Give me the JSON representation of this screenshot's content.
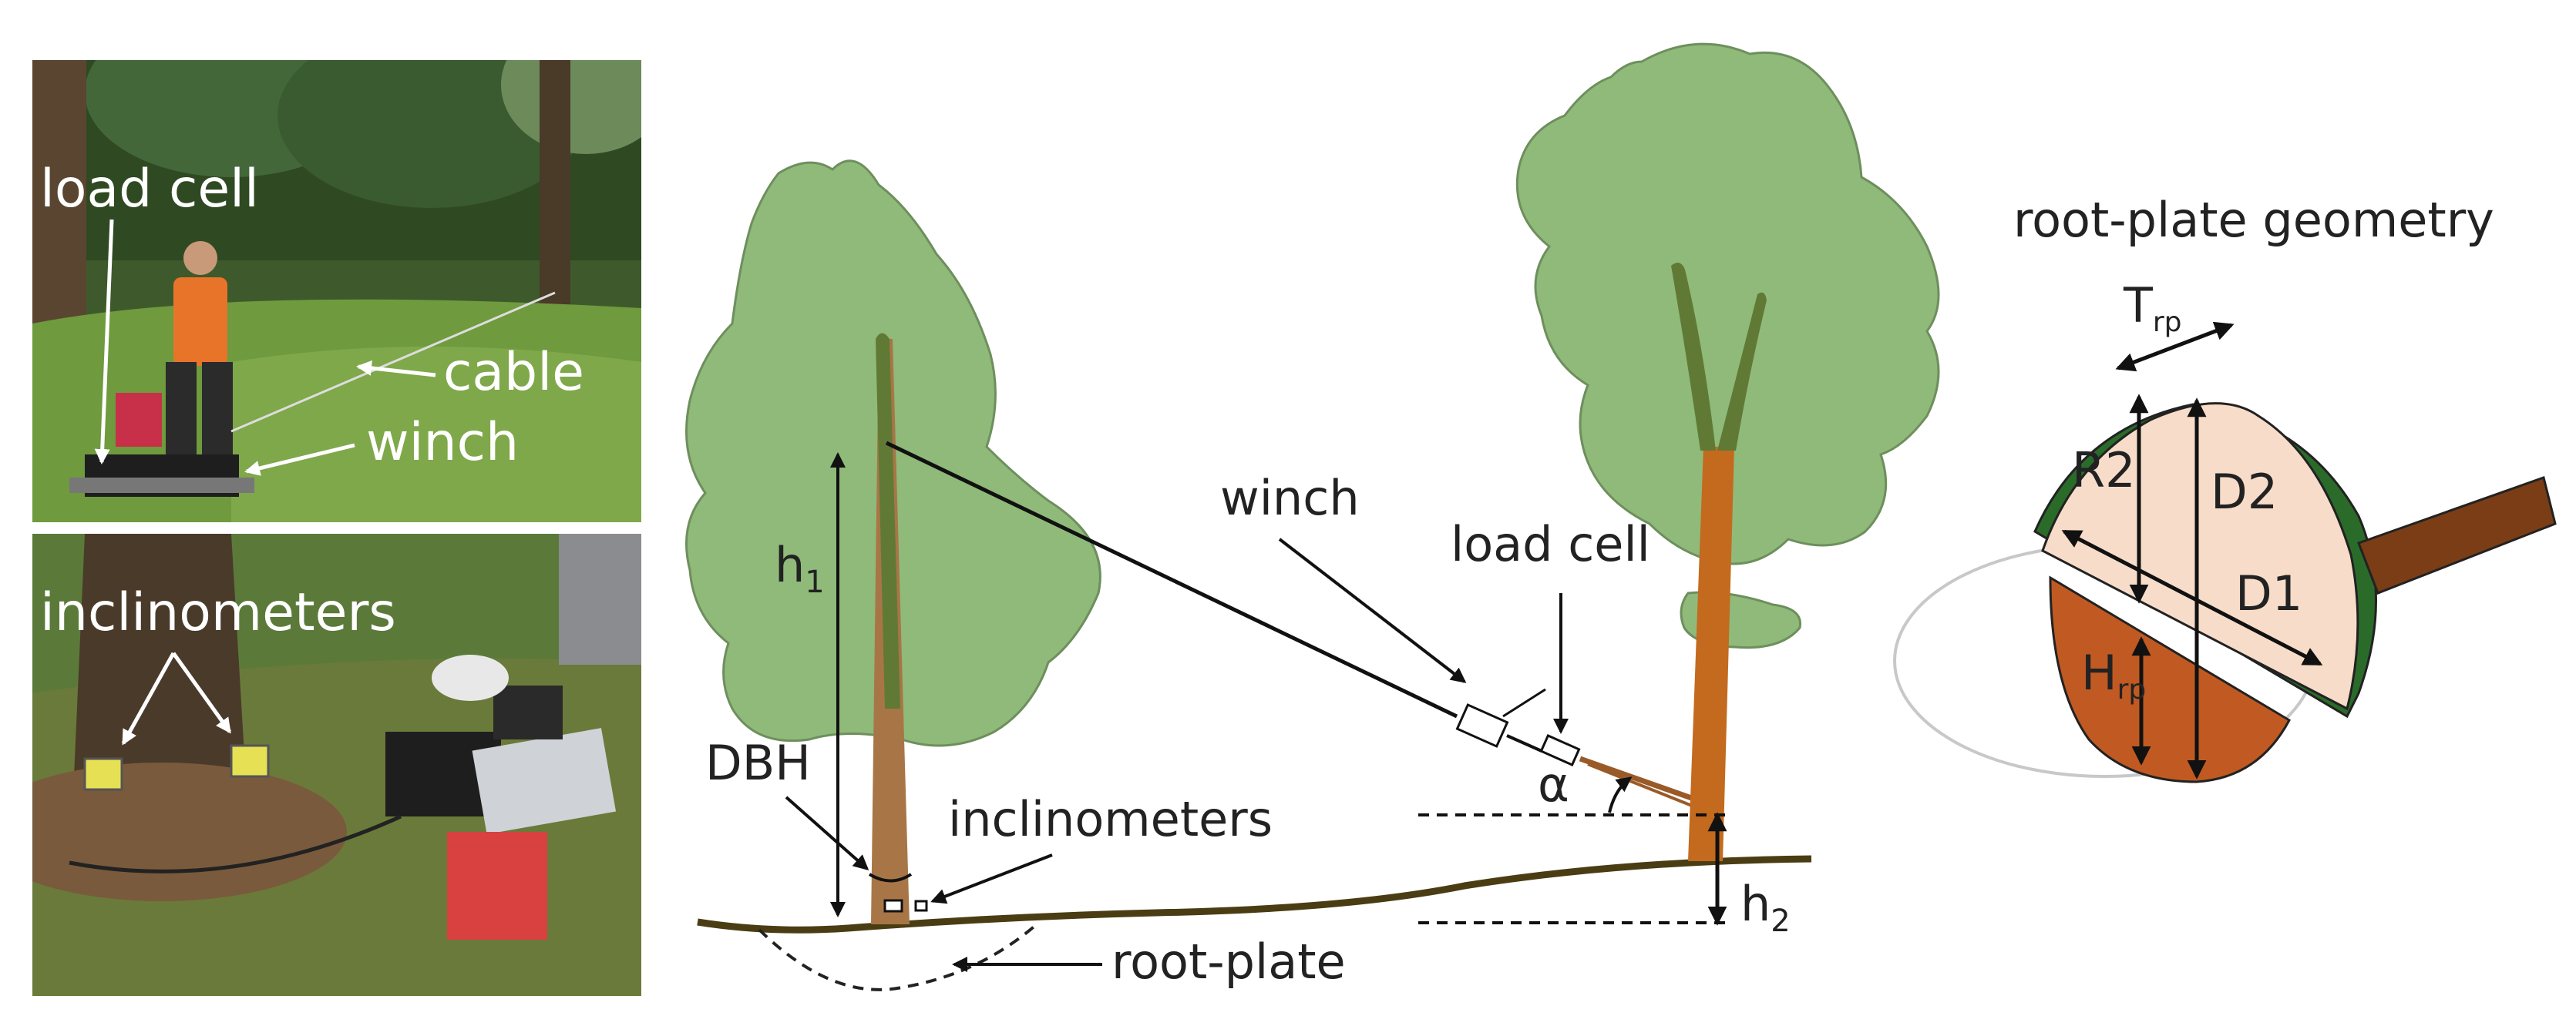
{
  "colors": {
    "crown": "#8fba7a",
    "crown_stroke": "#5d7d4f",
    "trunk_left": "#a87646",
    "stem_inner": "#607a35",
    "trunk_right": "#c46a1e",
    "ground": "#4a3d14",
    "arrow": "#111111",
    "rp_fill": "#f7ddc9",
    "rp_dark_green": "#2a6b2a",
    "rp_bottom": "#c05a22",
    "rp_stem": "#7a3d16"
  },
  "photos": {
    "top": {
      "labels": {
        "load_cell": "load cell",
        "cable": "cable",
        "winch": "winch"
      }
    },
    "bottom": {
      "labels": {
        "inclinometers": "inclinometers"
      }
    }
  },
  "diagram": {
    "labels": {
      "h1": "h",
      "h1_sub": "1",
      "dbh": "DBH",
      "inclinometers": "inclinometers",
      "root_plate": "root-plate",
      "winch": "winch",
      "load_cell": "load cell",
      "alpha": "α",
      "h2": "h",
      "h2_sub": "2"
    }
  },
  "root_plate_geometry": {
    "title": "root-plate geometry",
    "labels": {
      "trp": "T",
      "trp_sub": "rp",
      "r2": "R2",
      "d2": "D2",
      "d1": "D1",
      "hrp": "H",
      "hrp_sub": "rp"
    }
  }
}
